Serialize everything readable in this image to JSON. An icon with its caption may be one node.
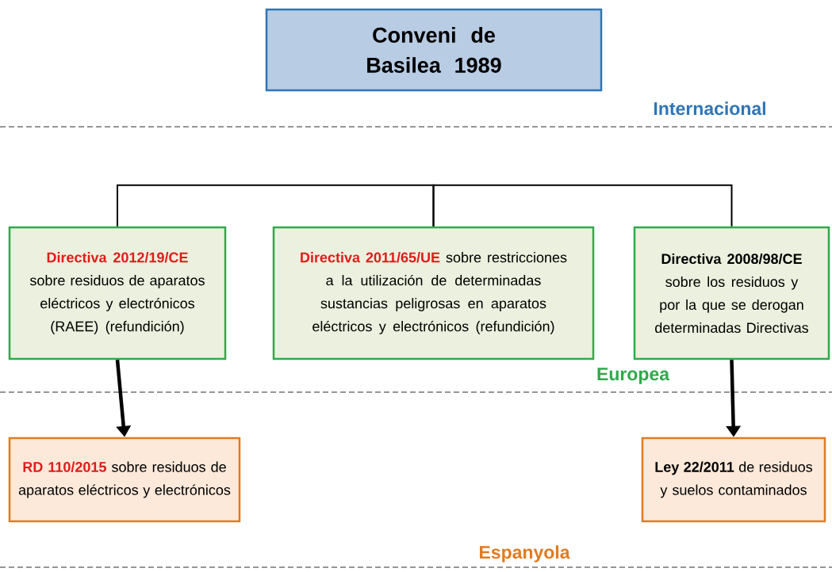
{
  "diagram": {
    "nodes": [
      {
        "text": [
          "Conveni de Basilea 1989"
        ]
      },
      {
        "text": [
          "Directiva 2012/19/CE",
          "sobre residuos de aparatos eléctricos y electrónicos (RAEE) (refundición)"
        ]
      },
      {
        "text": [
          "Directiva 2011/65/UE",
          "sobre restricciones a la utilización de determinadas sustancias peligrosas en aparatos eléctricos y electrónicos (refundición)"
        ]
      },
      {
        "text": [
          "Directiva 2008/98/CE",
          "sobre los residuos y por la que se derogan determinadas Directivas"
        ]
      },
      {
        "text": [
          "RD 110/2015",
          "sobre residuos de aparatos eléctricos y electrónicos"
        ]
      },
      {
        "text": [
          "Ley 22/2011",
          "de residuos y suelos contaminados"
        ]
      }
    ],
    "edges": [
      {
        "from": 1,
        "to": 2,
        "arrow": "none"
      },
      {
        "from": 2,
        "to": 3,
        "arrow": "none"
      },
      {
        "from": 1,
        "to": 4,
        "arrow": "to",
        "style": "thick"
      },
      {
        "from": 3,
        "to": 5,
        "arrow": "to",
        "style": "thick"
      }
    ],
    "labels": [
      "Internacional",
      "Europea",
      "Espanyola"
    ]
  }
}
